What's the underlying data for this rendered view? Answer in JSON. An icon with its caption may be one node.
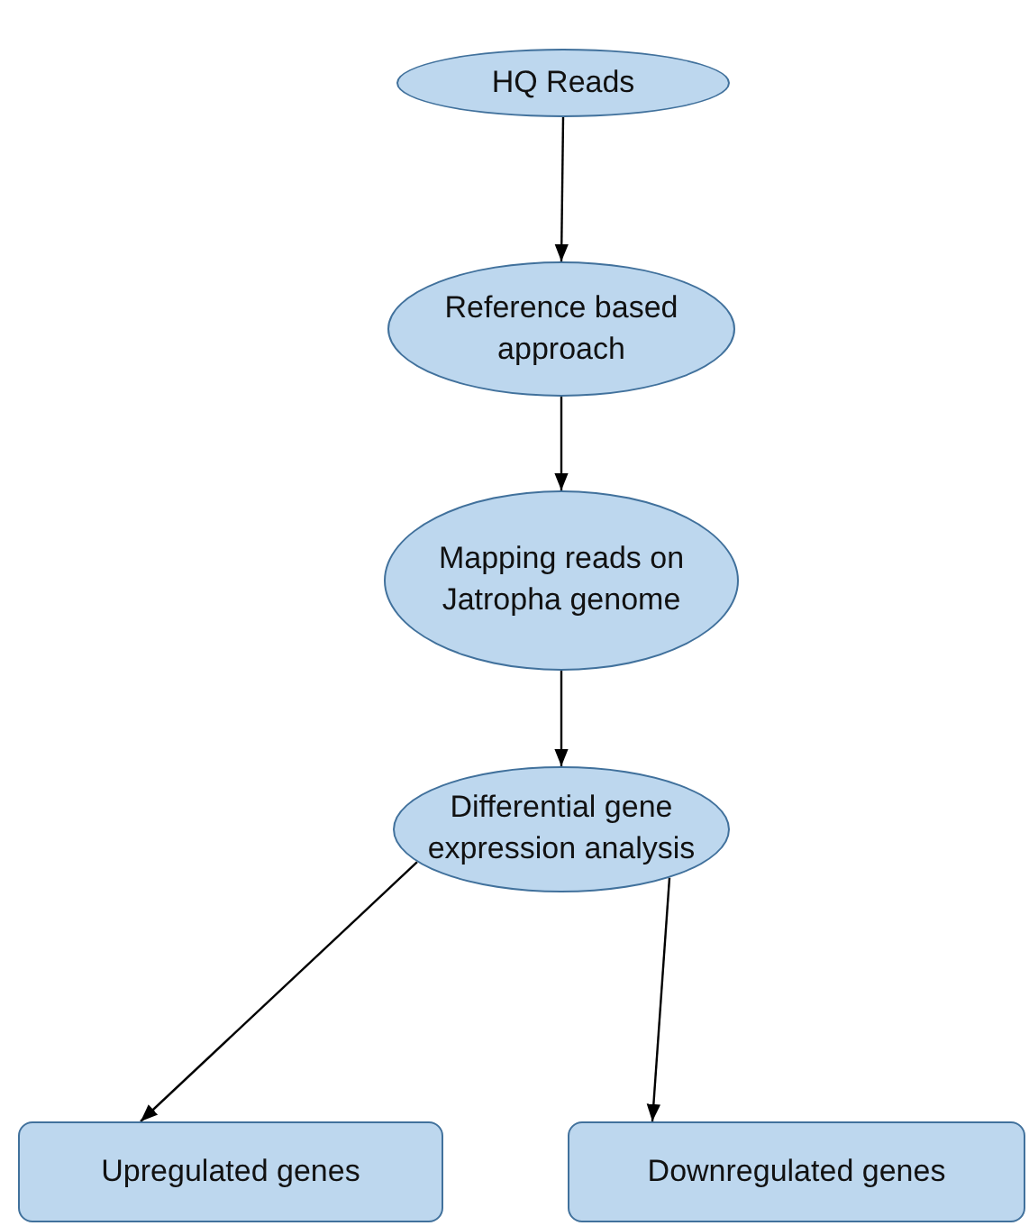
{
  "diagram": {
    "nodes": [
      {
        "text": [
          "HQ Reads"
        ]
      },
      {
        "text": [
          "Reference based approach"
        ]
      },
      {
        "text": [
          "Mapping reads on Jatropha genome"
        ]
      },
      {
        "text": [
          "Differential gene expression analysis"
        ]
      },
      {
        "text": [
          "Upregulated genes"
        ]
      },
      {
        "text": [
          "Downregulated genes"
        ]
      }
    ],
    "edges": [
      {
        "from": 0,
        "to": 1,
        "arrow": "to"
      },
      {
        "from": 1,
        "to": 2,
        "arrow": "to"
      },
      {
        "from": 2,
        "to": 3,
        "arrow": "to"
      },
      {
        "from": 3,
        "to": 4,
        "arrow": "to"
      },
      {
        "from": 3,
        "to": 5,
        "arrow": "to"
      }
    ]
  }
}
